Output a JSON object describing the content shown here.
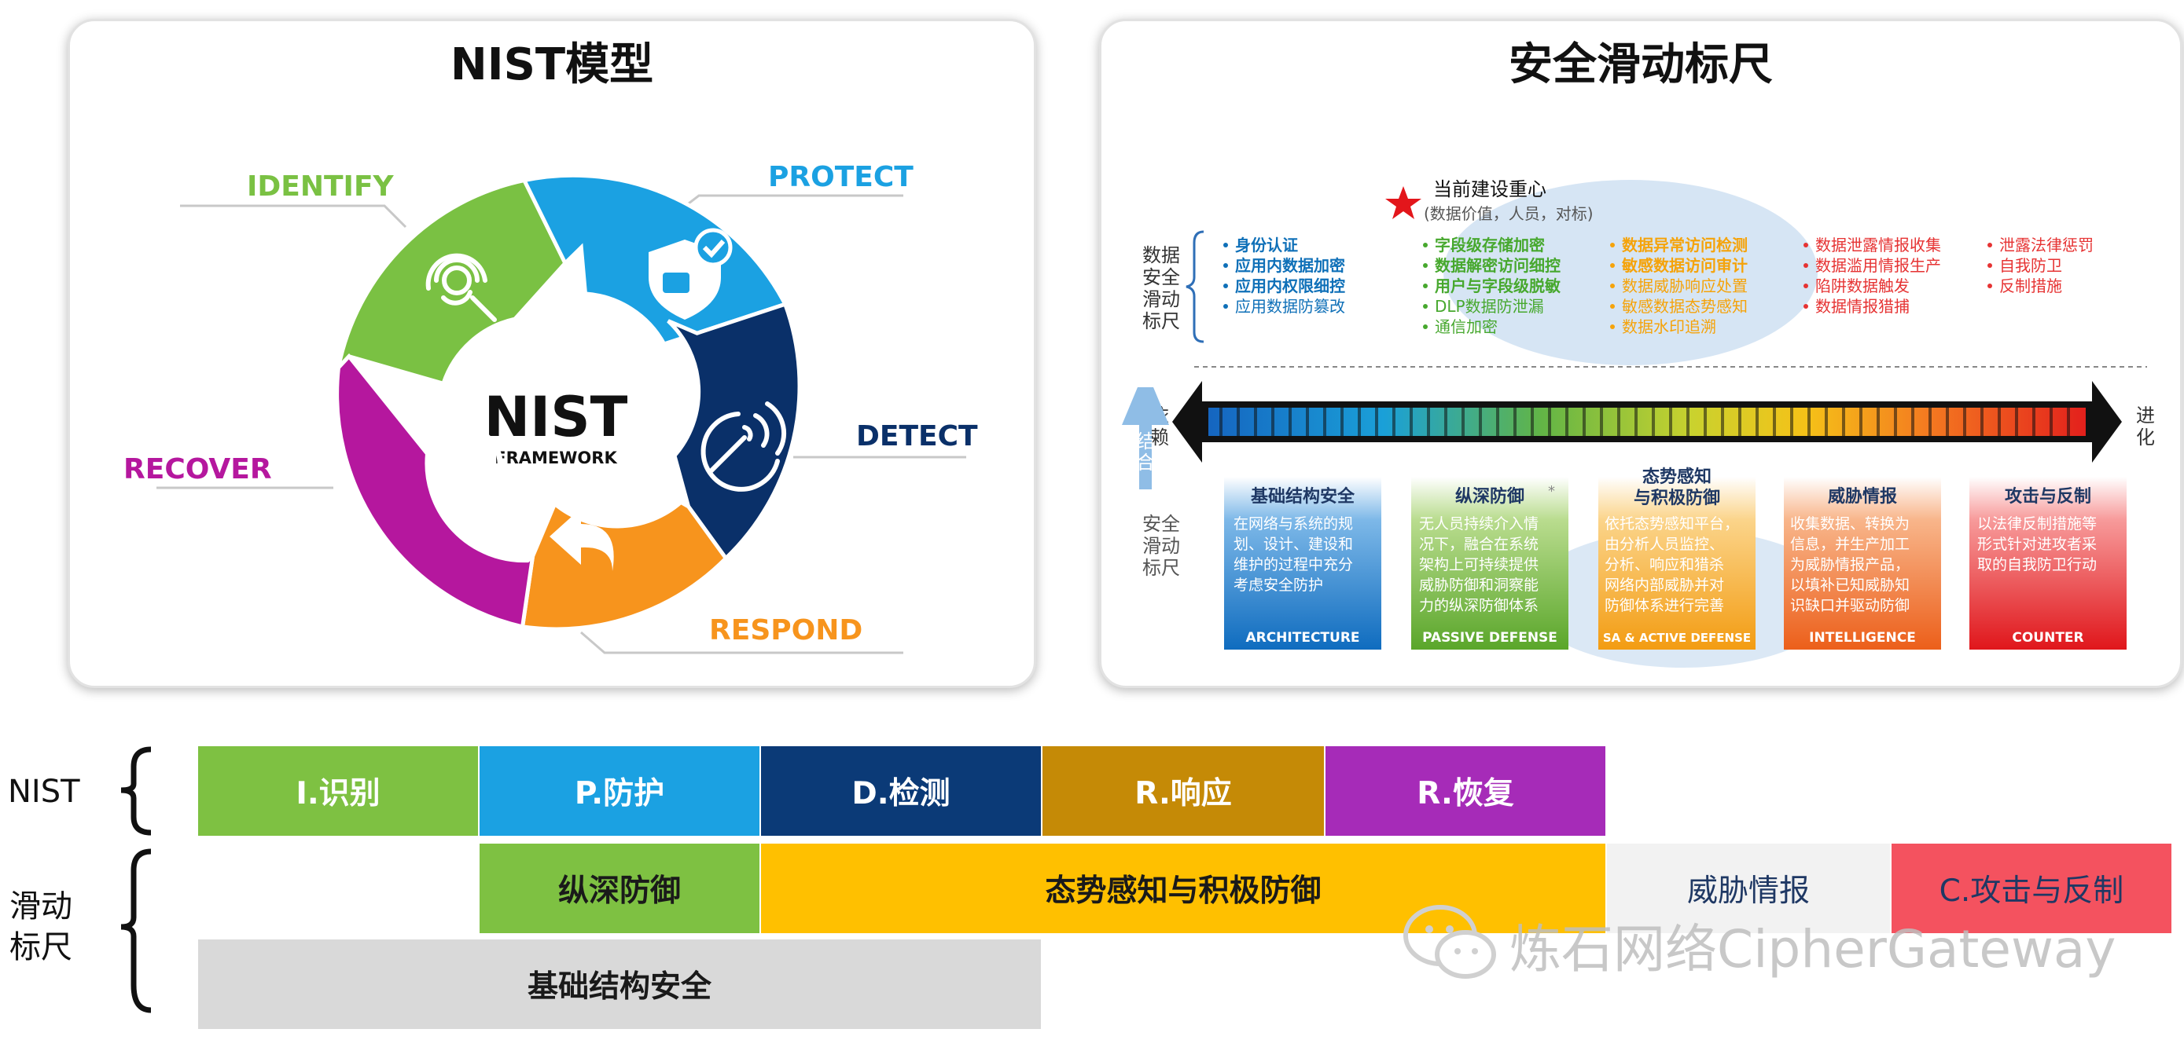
{
  "nist_panel": {
    "title": "NIST模型",
    "center_title": "NIST",
    "center_subtitle": "FRAMEWORK",
    "functions": [
      {
        "label": "IDENTIFY",
        "color": "#7ac143"
      },
      {
        "label": "PROTECT",
        "color": "#1ba1e2"
      },
      {
        "label": "DETECT",
        "color": "#0a3069"
      },
      {
        "label": "RESPOND",
        "color": "#f7941d"
      },
      {
        "label": "RECOVER",
        "color": "#b5179e"
      }
    ],
    "icons": [
      "fingerprint-search-icon",
      "shield-check-icon",
      "radar-icon",
      "undo-arrow-icon",
      "history-clock-icon"
    ]
  },
  "scale_panel": {
    "title": "安全滑动标尺",
    "focus_title": "当前建设重心",
    "focus_subtitle": "(数据价值，人员，对标)",
    "data_scale_label": [
      "数据",
      "安全",
      "滑动",
      "标尺"
    ],
    "columns": [
      {
        "color": "#0f70b8",
        "items": [
          "身份认证",
          "应用内数据加密",
          "应用内权限细控",
          "应用数据防篡改"
        ]
      },
      {
        "color": "#47a82e",
        "items": [
          "字段级存储加密",
          "数据解密访问细控",
          "用户与字段级脱敏",
          "DLP数据防泄漏",
          "通信加密"
        ]
      },
      {
        "color": "#f5a30a",
        "items": [
          "数据异常访问检测",
          "敏感数据访问审计",
          "数据威胁响应处置",
          "敏感数据态势感知",
          "数据水印追溯"
        ]
      },
      {
        "color": "#e63333",
        "items": [
          "数据泄露情报收集",
          "数据滥用情报生产",
          "陷阱数据触发",
          "数据情报猎捕"
        ]
      },
      {
        "color": "#e63333",
        "items": [
          "泄露法律惩罚",
          "自我防卫",
          "反制措施"
        ]
      }
    ],
    "arrow_left_label": [
      "依",
      "赖"
    ],
    "arrow_right_label": [
      "进",
      "化"
    ],
    "combine_label": [
      "结",
      "合"
    ],
    "security_scale_label": [
      "安全",
      "滑动",
      "标尺"
    ],
    "cards": [
      {
        "title": "基础结构安全",
        "body": "在网络与系统的规划、设计、建设和维护的过程中充分考虑安全防护",
        "footer": "ARCHITECTURE",
        "color": "#1176c6"
      },
      {
        "title": "纵深防御",
        "body": "无人员持续介入情况下，融合在系统架构上可持续提供威胁防御和洞察能力的纵深防御体系",
        "footer": "PASSIVE DEFENSE",
        "color": "#6bb22e"
      },
      {
        "title": "态势感知\n与积极防御",
        "body": "依托态势感知平台，由分析人员监控、分析、响应和猎杀网络内部威胁并对防御体系进行完善",
        "footer": "SA & ACTIVE DEFENSE",
        "color": "#f5a623"
      },
      {
        "title": "威胁情报",
        "body": "收集数据、转换为信息，并生产加工为威胁情报产品，以填补已知威胁知识缺口并驱动防御",
        "footer": "INTELLIGENCE",
        "color": "#ef6b1f"
      },
      {
        "title": "攻击与反制",
        "body": "以法律反制措施等形式针对进攻者采取的自我防卫行动",
        "footer": "COUNTER",
        "color": "#e52125"
      }
    ]
  },
  "bottom": {
    "nist_label": "NIST",
    "scale_label": [
      "滑动",
      "标尺"
    ],
    "nist_bars": [
      {
        "label": "I.识别",
        "color": "#7ec142"
      },
      {
        "label": "P.防护",
        "color": "#1ba1e2"
      },
      {
        "label": "D.检测",
        "color": "#0b3a77"
      },
      {
        "label": "R.响应",
        "color": "#c58a06"
      },
      {
        "label": "R.恢复",
        "color": "#a62bb8"
      }
    ],
    "scale_bars": [
      {
        "label": "纵深防御",
        "color": "#7ec142",
        "text_color": "#1a1a1a"
      },
      {
        "label": "态势感知与积极防御",
        "color": "#ffc000",
        "text_color": "#1a1a1a"
      },
      {
        "label": "威胁情报",
        "color": "#f2f2f2",
        "text_color": "#1f3864"
      },
      {
        "label": "C.攻击与反制",
        "color": "#f4525f",
        "text_color": "#1f3864"
      }
    ],
    "base_bar": {
      "label": "基础结构安全",
      "color": "#d9d9d9",
      "text_color": "#1a1a1a"
    }
  },
  "watermark": "炼石网络CipherGateway"
}
